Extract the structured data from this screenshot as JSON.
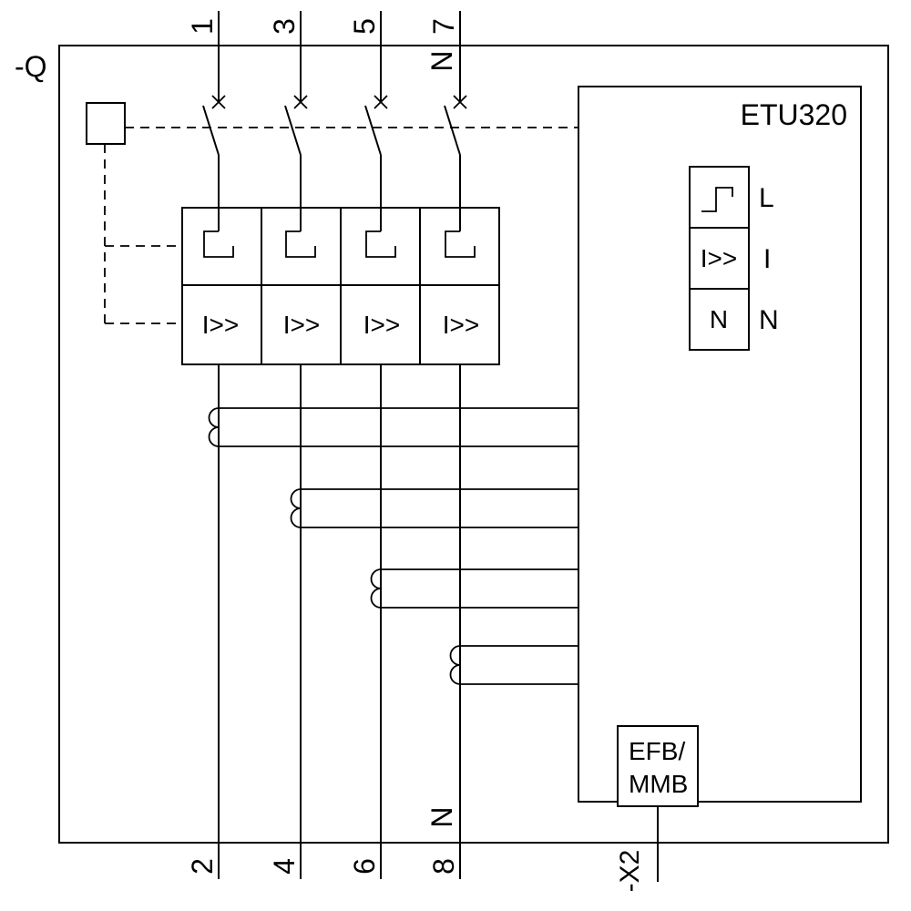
{
  "diagram": {
    "breaker_label": "-Q",
    "poles": [
      {
        "top_terminal": "1",
        "bottom_terminal": "2"
      },
      {
        "top_terminal": "3",
        "bottom_terminal": "4"
      },
      {
        "top_terminal": "5",
        "bottom_terminal": "6"
      },
      {
        "top_terminal": "7",
        "bottom_terminal": "8",
        "neutral_label_top": "N",
        "neutral_label_bottom": "N"
      }
    ],
    "instantaneous_trip_symbol": "I>>",
    "trip_unit": {
      "name": "ETU320",
      "functions": [
        {
          "label": "L",
          "symbol_icon": "long-time-characteristic-icon"
        },
        {
          "label": "I",
          "symbol": "I>>"
        },
        {
          "label": "N",
          "symbol": "N"
        }
      ],
      "module": {
        "line1": "EFB/",
        "line2": "MMB"
      }
    },
    "terminal_block_label": "-X2",
    "colors": {
      "line": "#000000",
      "background": "#ffffff"
    }
  }
}
